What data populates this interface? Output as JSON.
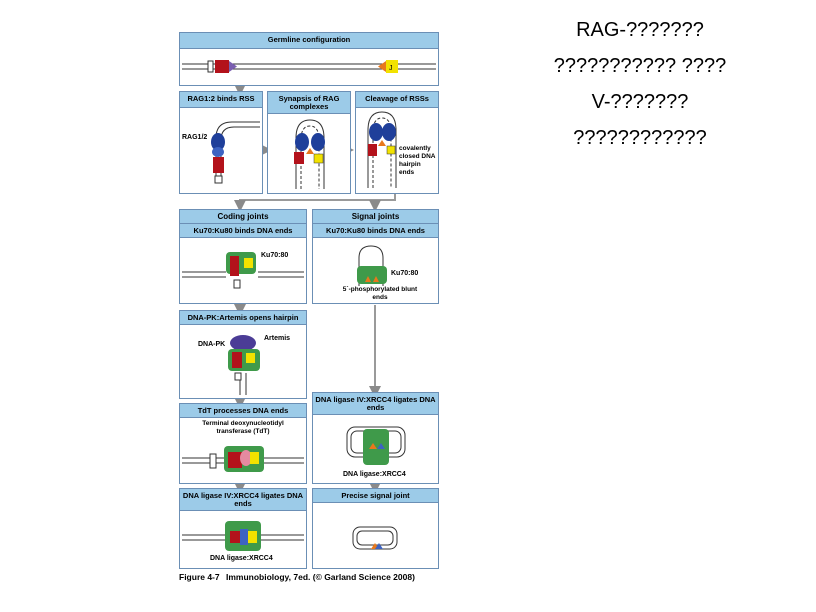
{
  "side_text": {
    "line1": "RAG-???????",
    "line2": "??????????? ????",
    "line3": "V-???????",
    "line4": "????????????"
  },
  "caption": {
    "figure": "Figure 4-7",
    "book": "Immunobiology, 7ed. (© Garland Science 2008)"
  },
  "panels": {
    "germline": "Germline configuration",
    "rag_binds": "RAG1:2 binds RSS",
    "synapsis": "Synapsis of RAG complexes",
    "cleavage": "Cleavage of RSSs",
    "coding_joints": "Coding joints",
    "signal_joints": "Signal joints",
    "ku_binds_coding": "Ku70:Ku80 binds DNA ends",
    "ku_binds_signal": "Ku70:Ku80 binds DNA ends",
    "dnapk_artemis": "DNA-PK:Artemis opens hairpin",
    "tdt": "TdT processes DNA ends",
    "ligase_signal": "DNA ligase IV:XRCC4 ligates DNA ends",
    "ligase_coding": "DNA ligase IV:XRCC4 ligates DNA ends",
    "precise": "Precise signal joint"
  },
  "labels": {
    "rag12": "RAG1/2",
    "covalently": "covalently closed DNA hairpin ends",
    "ku7080_a": "Ku70:80",
    "ku7080_b": "Ku70:80",
    "phosphorylated": "5´-phosphorylated blunt ends",
    "artemis": "Artemis",
    "dnapk": "DNA-PK",
    "tdt_name": "Terminal deoxynucleotidyl transferase (TdT)",
    "ligase_a": "DNA ligase:XRCC4",
    "ligase_b": "DNA ligase:XRCC4"
  },
  "colors": {
    "header": "#9ccbe8",
    "rag": "#1f3f9a",
    "segment_red": "#b3121b",
    "segment_yellow": "#f2e200",
    "ku_green": "#3f9a4a",
    "artemis_purple": "#4b3c96"
  }
}
